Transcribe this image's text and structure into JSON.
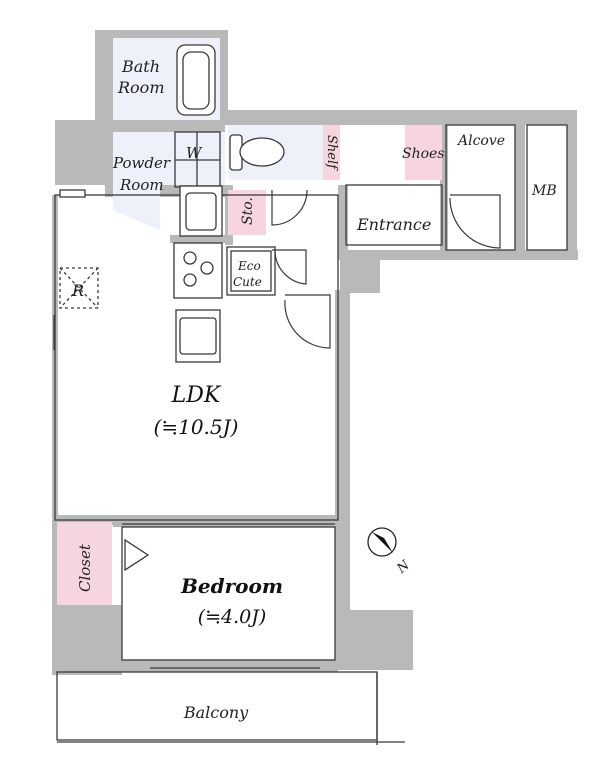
{
  "colors": {
    "wall": "#b9b9b9",
    "wet": "#eef0fa",
    "storage": "#f6d5e0",
    "line": "#3a3a3a"
  },
  "rooms": {
    "bath": [
      "Bath",
      "Room"
    ],
    "powder": [
      "Powder",
      "Room"
    ],
    "washer": "W",
    "shelf": "Shelf",
    "shoes": "Shoes",
    "alcove": "Alcove",
    "mb": "MB",
    "storage": "Sto.",
    "entrance": "Entrance",
    "eco_cute": [
      "Eco",
      "Cute"
    ],
    "refrigerator": "R",
    "ldk": {
      "name": "LDK",
      "size": "(≒10.5J)"
    },
    "bedroom": {
      "name": "Bedroom",
      "size": "(≒4.0J)"
    },
    "closet": "Closet",
    "balcony": "Balcony"
  },
  "compass": {
    "direction": "N"
  }
}
